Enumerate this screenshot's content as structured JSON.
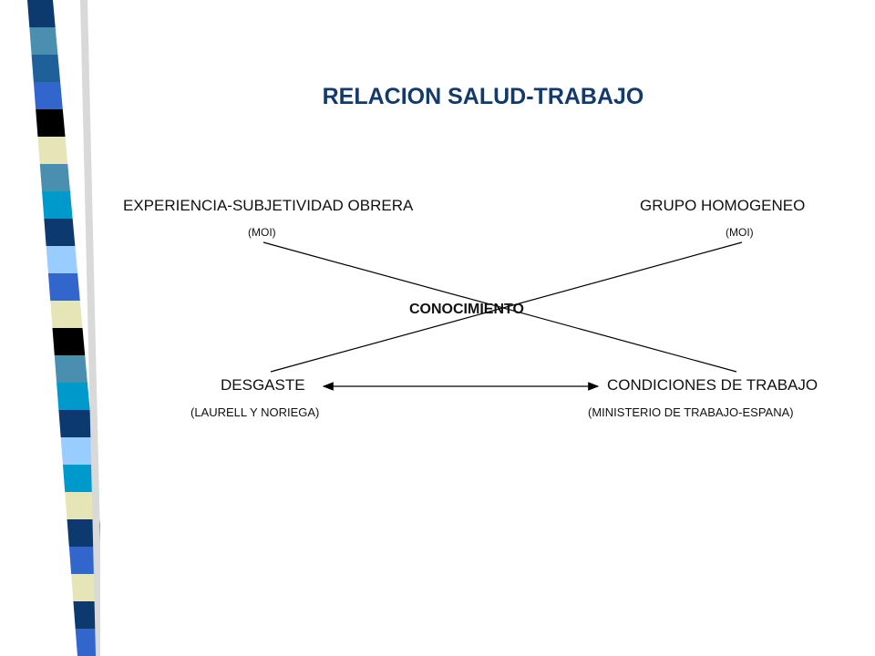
{
  "title": "RELACION SALUD-TRABAJO",
  "top_left": {
    "label": "EXPERIENCIA-SUBJETIVIDAD  OBRERA",
    "source": "(MOI)"
  },
  "top_right": {
    "label": "GRUPO HOMOGENEO",
    "source": "(MOI)"
  },
  "center": {
    "label": "CONOCIMIENTO"
  },
  "bottom_left": {
    "label": "DESGASTE",
    "source": "(LAURELL Y NORIEGA)"
  },
  "bottom_right": {
    "label": "CONDICIONES DE TRABAJO",
    "source": "(MINISTERIO  DE TRABAJO-ESPANA)"
  },
  "colors": {
    "title": "#143a6b",
    "strip_blocks": [
      "#0d3a6e",
      "#4a8fb0",
      "#1f5f9a",
      "#3366cc",
      "#000000",
      "#e5e5b8",
      "#4a8fb0",
      "#0099cc",
      "#0d3a6e",
      "#99ccff",
      "#3366cc",
      "#e5e5b8",
      "#000000",
      "#4a8fb0",
      "#0099cc",
      "#0d3a6e",
      "#99ccff",
      "#0099cc",
      "#e5e5b8",
      "#0d3a6e",
      "#3366cc",
      "#e5e5b8",
      "#0d3a6e",
      "#3366cc"
    ]
  }
}
